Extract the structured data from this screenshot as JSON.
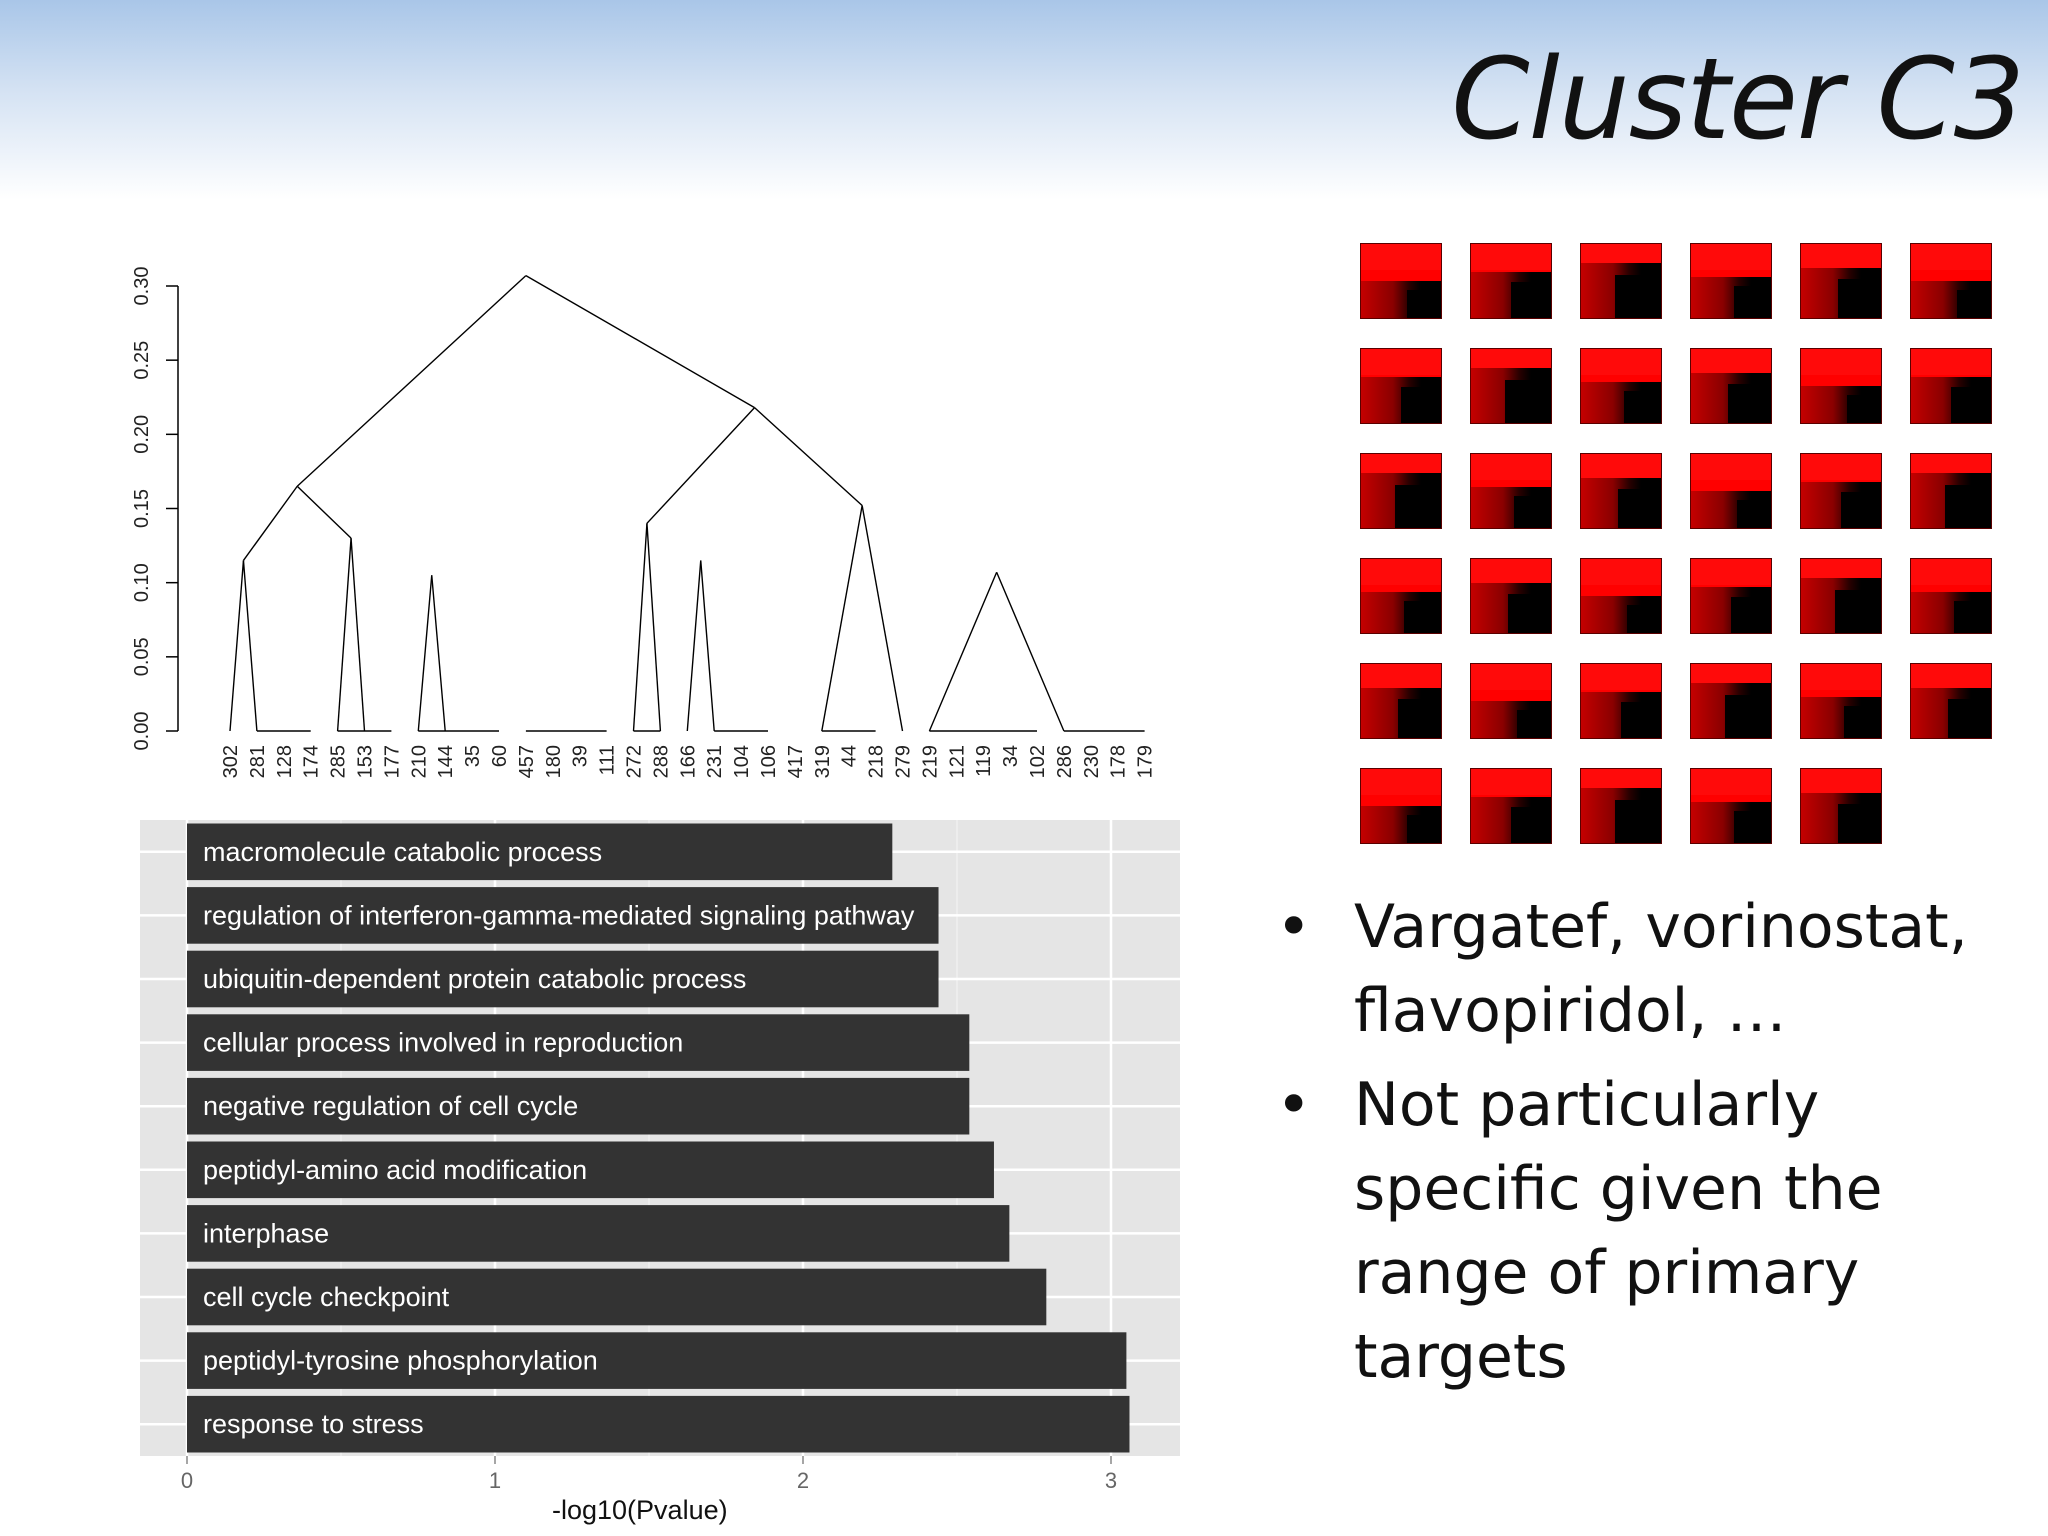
{
  "slide": {
    "title": "Cluster C3",
    "bullets": [
      "Vargatef, vorinostat, flavopiridol, …",
      "Not particularly specific given the range of primary targets"
    ],
    "bullet_symbol": "•",
    "heatmap_tile_count": 35,
    "colors": {
      "tile_red": "#ff0000",
      "tile_black": "#000000",
      "bar_fill": "#333333",
      "panel_bg": "#e5e5e5"
    }
  },
  "chart_data": [
    {
      "type": "dendrogram",
      "ylim": [
        0,
        0.3
      ],
      "yticks": [
        "0.00",
        "0.05",
        "0.10",
        "0.15",
        "0.20",
        "0.25",
        "0.30"
      ],
      "leaves": [
        "302",
        "281",
        "128",
        "174",
        "285",
        "153",
        "177",
        "210",
        "144",
        "35",
        "60",
        "457",
        "180",
        "39",
        "111",
        "272",
        "288",
        "166",
        "231",
        "104",
        "106",
        "417",
        "319",
        "44",
        "218",
        "279",
        "219",
        "121",
        "119",
        "34",
        "102",
        "286",
        "230",
        "178",
        "179"
      ],
      "merges": [
        {
          "left": "302",
          "right": "281",
          "height": 0.115
        },
        {
          "left": "285",
          "right": "153",
          "height": 0.13
        },
        {
          "left": "210",
          "right": "144",
          "height": 0.105
        },
        {
          "left": "272",
          "right": "288",
          "height": 0.14
        },
        {
          "left": "166",
          "right": "231",
          "height": 0.115
        },
        {
          "left": "319",
          "right": "279",
          "height": 0.152
        },
        {
          "left": "219",
          "right": "286",
          "height": 0.107
        },
        {
          "left": "302",
          "right": "285",
          "height": 0.165
        },
        {
          "left": "272",
          "right": "319",
          "height": 0.218
        },
        {
          "left": "302",
          "right": "272",
          "height": 0.307
        }
      ]
    },
    {
      "type": "bar",
      "orientation": "horizontal",
      "categories": [
        "macromolecule catabolic process",
        "regulation of interferon-gamma-mediated signaling pathway",
        "ubiquitin-dependent protein catabolic process",
        "cellular process involved in reproduction",
        "negative regulation of cell cycle",
        "peptidyl-amino acid modification",
        "interphase",
        "cell cycle checkpoint",
        "peptidyl-tyrosine phosphorylation",
        "response to stress"
      ],
      "values": [
        2.29,
        2.44,
        2.44,
        2.54,
        2.54,
        2.62,
        2.67,
        2.79,
        3.05,
        3.06
      ],
      "xlabel": "-log10(Pvalue)",
      "xlim": [
        0,
        3.2
      ],
      "xticks": [
        "0",
        "1",
        "2",
        "3"
      ]
    }
  ]
}
